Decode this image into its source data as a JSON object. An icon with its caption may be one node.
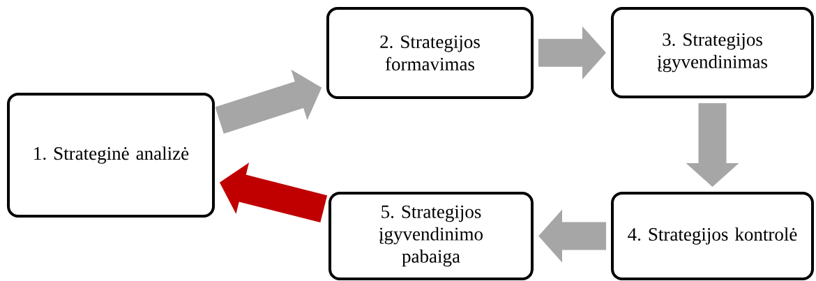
{
  "diagram": {
    "nodes": [
      {
        "text": [
          "1. Strateginė analizė"
        ]
      },
      {
        "text": [
          "2. Strategijos formavimas"
        ]
      },
      {
        "text": [
          "3. Strategijos įgyvendinimas"
        ]
      },
      {
        "text": [
          "4. Strategijos kontrolė"
        ]
      },
      {
        "text": [
          "5. Strategijos įgyvendinimo pabaiga"
        ]
      }
    ],
    "edges": [
      {
        "from": 0,
        "to": 1,
        "arrow": "to"
      },
      {
        "from": 1,
        "to": 2,
        "arrow": "to"
      },
      {
        "from": 2,
        "to": 3,
        "arrow": "to"
      },
      {
        "from": 3,
        "to": 4,
        "arrow": "to"
      },
      {
        "from": 4,
        "to": 0,
        "arrow": "to",
        "color": "#c00000"
      }
    ]
  }
}
